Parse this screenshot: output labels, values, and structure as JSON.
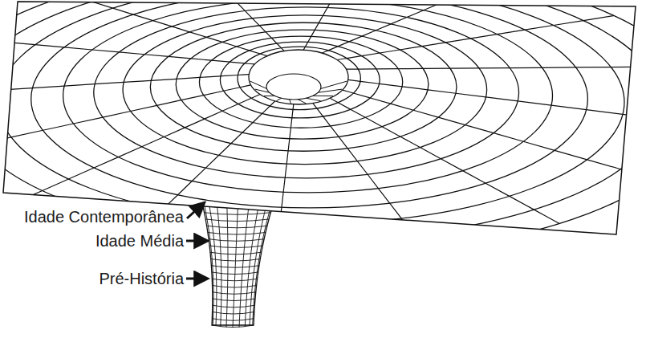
{
  "diagram": {
    "labels": [
      "Idade Contemporânea",
      "Idade Média",
      "Pré-História"
    ]
  }
}
